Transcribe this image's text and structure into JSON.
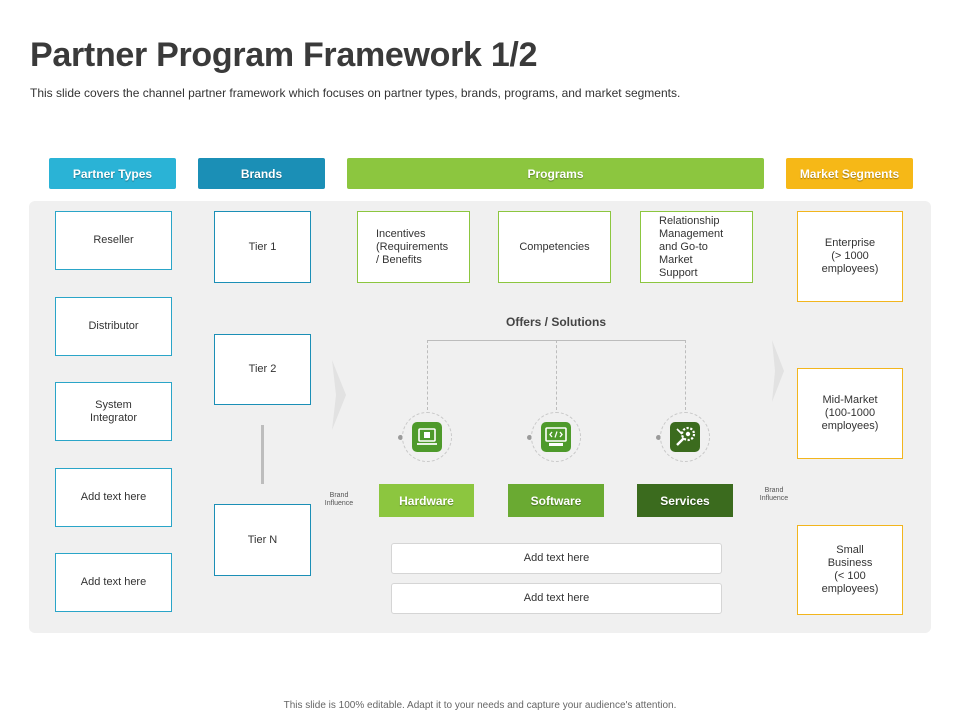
{
  "title": "Partner Program Framework 1/2",
  "subtitle": "This slide covers the channel partner framework  which focuses on partner types, brands, programs, and market segments.",
  "headers": {
    "partner_types": "Partner Types",
    "brands": "Brands",
    "programs": "Programs",
    "market_segments": "Market Segments"
  },
  "partner_types": [
    "Reseller",
    "Distributor",
    "System Integrator",
    "Add text here",
    "Add text here"
  ],
  "brands": [
    "Tier 1",
    "Tier 2",
    "Tier N"
  ],
  "programs": [
    "Incentives (Requirements / Benefits",
    "Competencies",
    "Relationship Management and Go-to Market Support"
  ],
  "offers_title": "Offers / Solutions",
  "offers": [
    "Hardware",
    "Software",
    "Services"
  ],
  "brand_influence": "Brand Influence",
  "offer_notes": [
    "Add text here",
    "Add text here"
  ],
  "market_segments": [
    "Enterprise (> 1000 employees)",
    "Mid-Market (100-1000 employees)",
    "Small Business (< 100 employees)"
  ],
  "footer": "This slide is 100% editable.  Adapt it to your needs and capture your audience's attention.",
  "icons": [
    "chip-laptop-icon",
    "code-monitor-icon",
    "gear-wrench-icon"
  ],
  "colors": {
    "partner_types": "#2ab3d6",
    "brands": "#1b8fb6",
    "programs": "#8cc63f",
    "market_segments": "#f6b817",
    "hardware": "#8cc63f",
    "software": "#6aaa32",
    "services": "#3b6b1e"
  }
}
